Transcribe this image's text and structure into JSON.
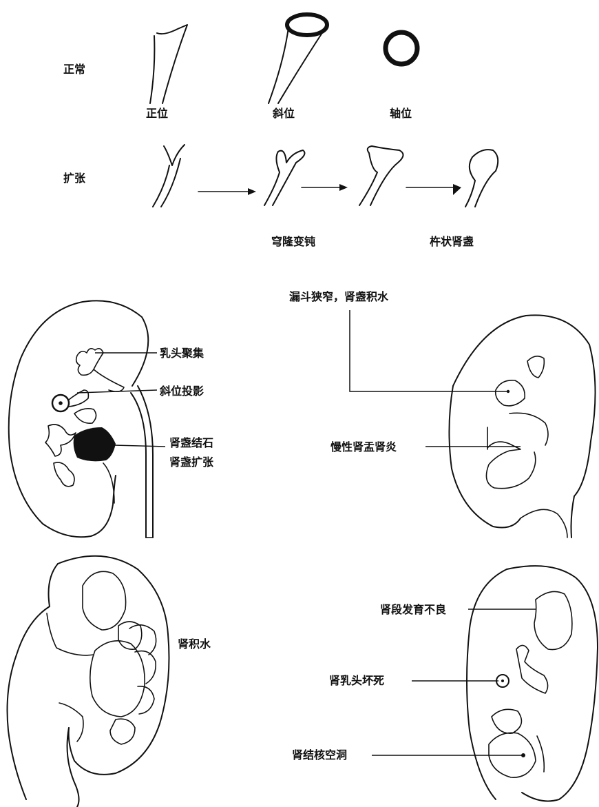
{
  "calyx_forms": {
    "row_normal_label": "正常",
    "row_dilated_label": "扩张",
    "view_frontal": "正位",
    "view_oblique": "斜位",
    "view_axial": "轴位",
    "blunted_fornix": "穹隆变钝",
    "clubbed_calyx": "杵状肾盏"
  },
  "kidney_upper_left": {
    "papilla_cluster": "乳头聚集",
    "oblique_projection": "斜位投影",
    "calyceal_stone": "肾盏结石",
    "calyceal_dilation": "肾盏扩张"
  },
  "kidney_upper_right": {
    "infundibular_stenosis": "漏斗狭窄，肾盏积水",
    "chronic_pyelonephritis": "慢性肾盂肾炎"
  },
  "kidney_lower_left": {
    "hydronephrosis": "肾积水"
  },
  "kidney_lower_right": {
    "segmental_hypoplasia": "肾段发育不良",
    "papillary_necrosis": "肾乳头坏死",
    "tuberculous_cavity": "肾结核空洞"
  }
}
